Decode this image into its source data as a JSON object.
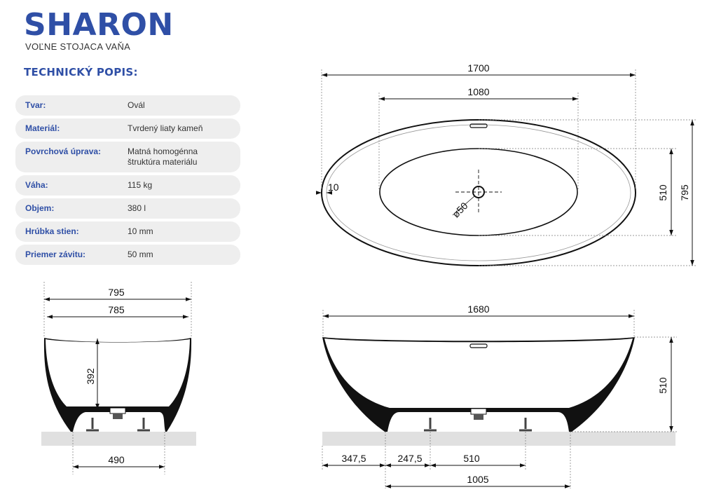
{
  "header": {
    "title": "SHARON",
    "subtitle": "VOĽNE STOJACA VAŇA",
    "section_title": "TECHNICKÝ POPIS:"
  },
  "specs": [
    {
      "label": "Tvar:",
      "value": "Ovál"
    },
    {
      "label": "Materiál:",
      "value": "Tvrdený liaty kameň"
    },
    {
      "label": "Povrchová úprava:",
      "value": "Matná homogénna\nštruktúra materiálu"
    },
    {
      "label": "Váha:",
      "value": "115 kg"
    },
    {
      "label": "Objem:",
      "value": "380 l"
    },
    {
      "label": "Hrúbka stien:",
      "value": "10 mm"
    },
    {
      "label": "Priemer závitu:",
      "value": "50 mm"
    }
  ],
  "dimensions": {
    "top_length": "1700",
    "top_inner_length": "1080",
    "top_wall": "10",
    "top_drain": "ø50",
    "top_inner_width": "510",
    "top_width": "795",
    "side_width": "795",
    "side_inner_width": "785",
    "side_depth": "392",
    "side_base": "490",
    "front_length": "1680",
    "front_height": "510",
    "front_a": "347,5",
    "front_b": "247,5",
    "front_c": "510",
    "front_base": "1005"
  },
  "colors": {
    "brand_blue": "#2f4fa6",
    "row_bg": "#eeeeee",
    "floor": "#e0e0e0"
  }
}
